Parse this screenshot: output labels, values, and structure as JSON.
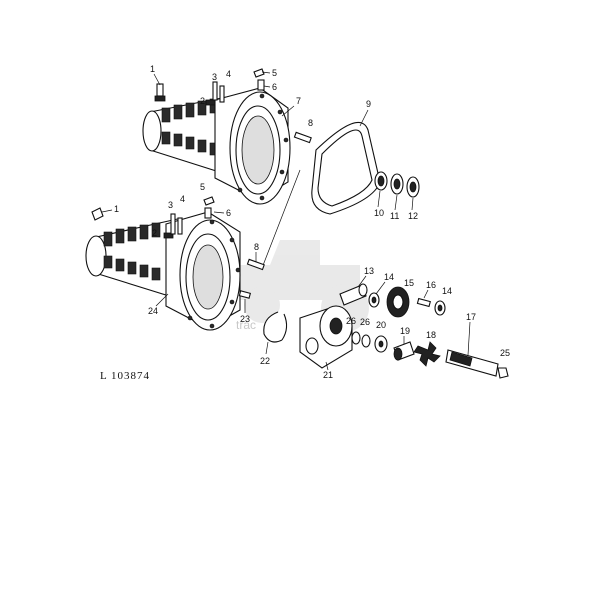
{
  "reference_code": "L 103874",
  "watermark_text": "trac",
  "callouts": [
    "1",
    "2",
    "3",
    "4",
    "5",
    "6",
    "7",
    "8",
    "9",
    "10",
    "11",
    "12",
    "13",
    "14",
    "15",
    "16",
    "17",
    "18",
    "19",
    "20",
    "21",
    "22",
    "23",
    "24",
    "25",
    "26"
  ],
  "colors": {
    "ink": "#111111",
    "background": "#ffffff",
    "watermark": "#c8c8c8"
  }
}
